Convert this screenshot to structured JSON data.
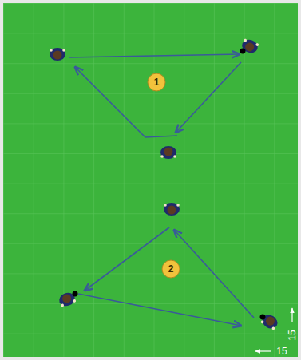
{
  "diagram": {
    "labels": [
      "1",
      "2",
      "15",
      "15"
    ]
  }
}
